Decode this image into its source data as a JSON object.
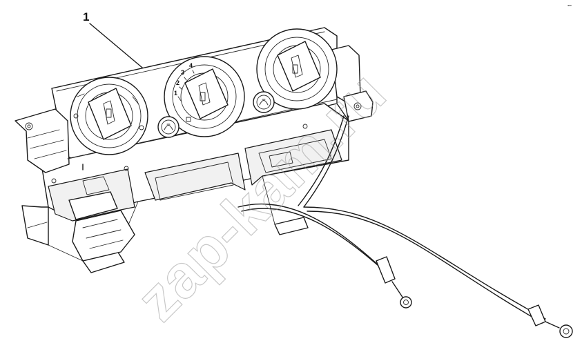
{
  "diagram": {
    "callout_label": "1",
    "fan_speed_marks": [
      "1",
      "2",
      "3",
      "4"
    ],
    "watermark": "zap-kam.ru",
    "corner_mark": "▪━"
  },
  "colors": {
    "line": "#1a1a1a",
    "watermark": "#9a9a9a",
    "background": "#ffffff"
  }
}
